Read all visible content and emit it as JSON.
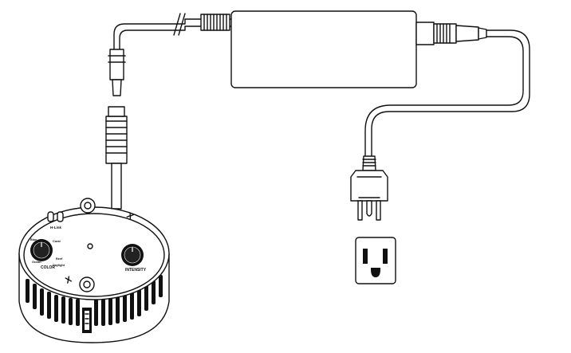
{
  "controller": {
    "port_label": "H-Link",
    "color_label": "COLOR",
    "intensity_label": "INTENSITY",
    "color_knob_marks": [
      "Ocean",
      "Blue",
      "Coral",
      "Daylight",
      "Reef"
    ],
    "brand_mark": "X"
  },
  "components": [
    "controller",
    "dc-cable",
    "power-adapter",
    "ac-cord",
    "wall-outlet"
  ]
}
